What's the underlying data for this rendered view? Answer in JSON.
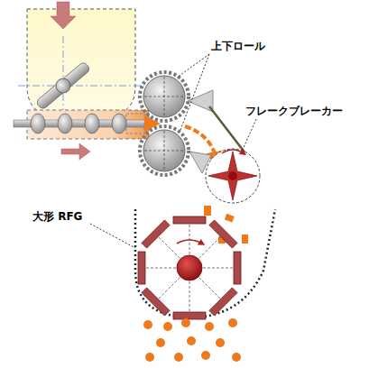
{
  "diagram": {
    "labels": [
      "上下ロール",
      "フレークブレーカー",
      "大形 RFG"
    ]
  }
}
